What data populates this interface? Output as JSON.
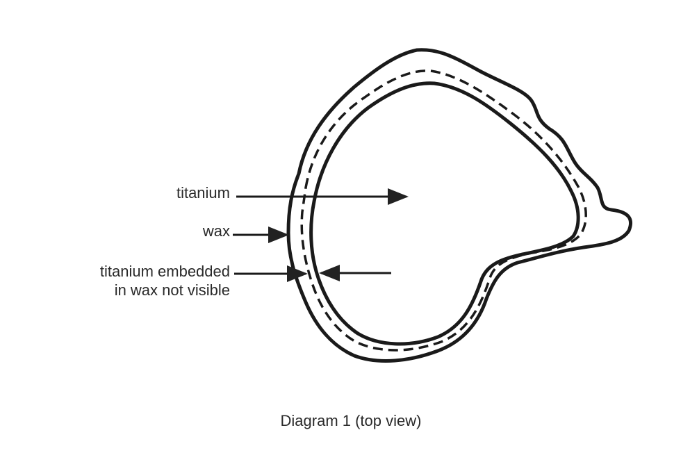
{
  "labels": {
    "titanium": "titanium",
    "wax": "wax",
    "embedded_line1": "titanium embedded",
    "embedded_line2": "in wax not visible"
  },
  "caption": "Diagram 1 (top view)"
}
